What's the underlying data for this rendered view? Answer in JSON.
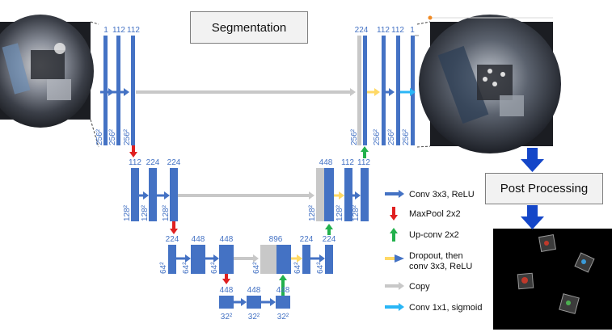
{
  "diagram": {
    "title": "Segmentation",
    "post_processing": "Post Processing",
    "colors": {
      "layer": "#4472c4",
      "copy": "#c8c8c8",
      "maxpool": "#e02020",
      "upconv": "#22b14c",
      "dropout": "#ffd966",
      "sigmoid": "#29b6f6",
      "down_to_post": "#1446c8"
    },
    "levels": [
      {
        "encoder_channels": [
          "1",
          "112",
          "112"
        ],
        "encoder_sizes": [
          "256²",
          "256²",
          "256²"
        ],
        "decoder_channels": [
          "224",
          "112",
          "112",
          "1"
        ],
        "decoder_sizes": [
          "256²",
          "256²",
          "256²",
          "256²"
        ]
      },
      {
        "encoder_channels": [
          "112",
          "224",
          "224"
        ],
        "encoder_sizes": [
          "128²",
          "128²",
          "128²"
        ],
        "decoder_channels": [
          "448",
          "112",
          "112"
        ],
        "decoder_sizes": [
          "128²",
          "128²",
          "128²"
        ]
      },
      {
        "encoder_channels": [
          "224",
          "448",
          "448"
        ],
        "encoder_sizes": [
          "64²",
          "64²",
          "64²"
        ],
        "decoder_channels": [
          "896",
          "224",
          "224"
        ],
        "decoder_sizes": [
          "64²",
          "64²",
          "64²"
        ]
      },
      {
        "bottleneck_channels": [
          "448",
          "448",
          "448"
        ],
        "bottleneck_sizes": [
          "32²",
          "32²",
          "32²"
        ]
      }
    ],
    "legend": [
      {
        "label": "Conv 3x3, ReLU",
        "icon": "blue-right-arrow"
      },
      {
        "label": "MaxPool 2x2",
        "icon": "red-down-arrow"
      },
      {
        "label": "Up-conv 2x2",
        "icon": "green-up-arrow"
      },
      {
        "label": "Dropout, then",
        "label2": "conv 3x3, ReLU",
        "icon": "yellow-blue-arrow"
      },
      {
        "label": "Copy",
        "icon": "grey-right-arrow"
      },
      {
        "label": "Conv 1x1, sigmoid",
        "icon": "cyan-right-arrow"
      }
    ],
    "images": [
      {
        "name": "input-fisheye-image",
        "icon": "photo"
      },
      {
        "name": "output-fisheye-image",
        "icon": "photo"
      },
      {
        "name": "segmentation-mask-result",
        "icon": "photo"
      }
    ]
  }
}
